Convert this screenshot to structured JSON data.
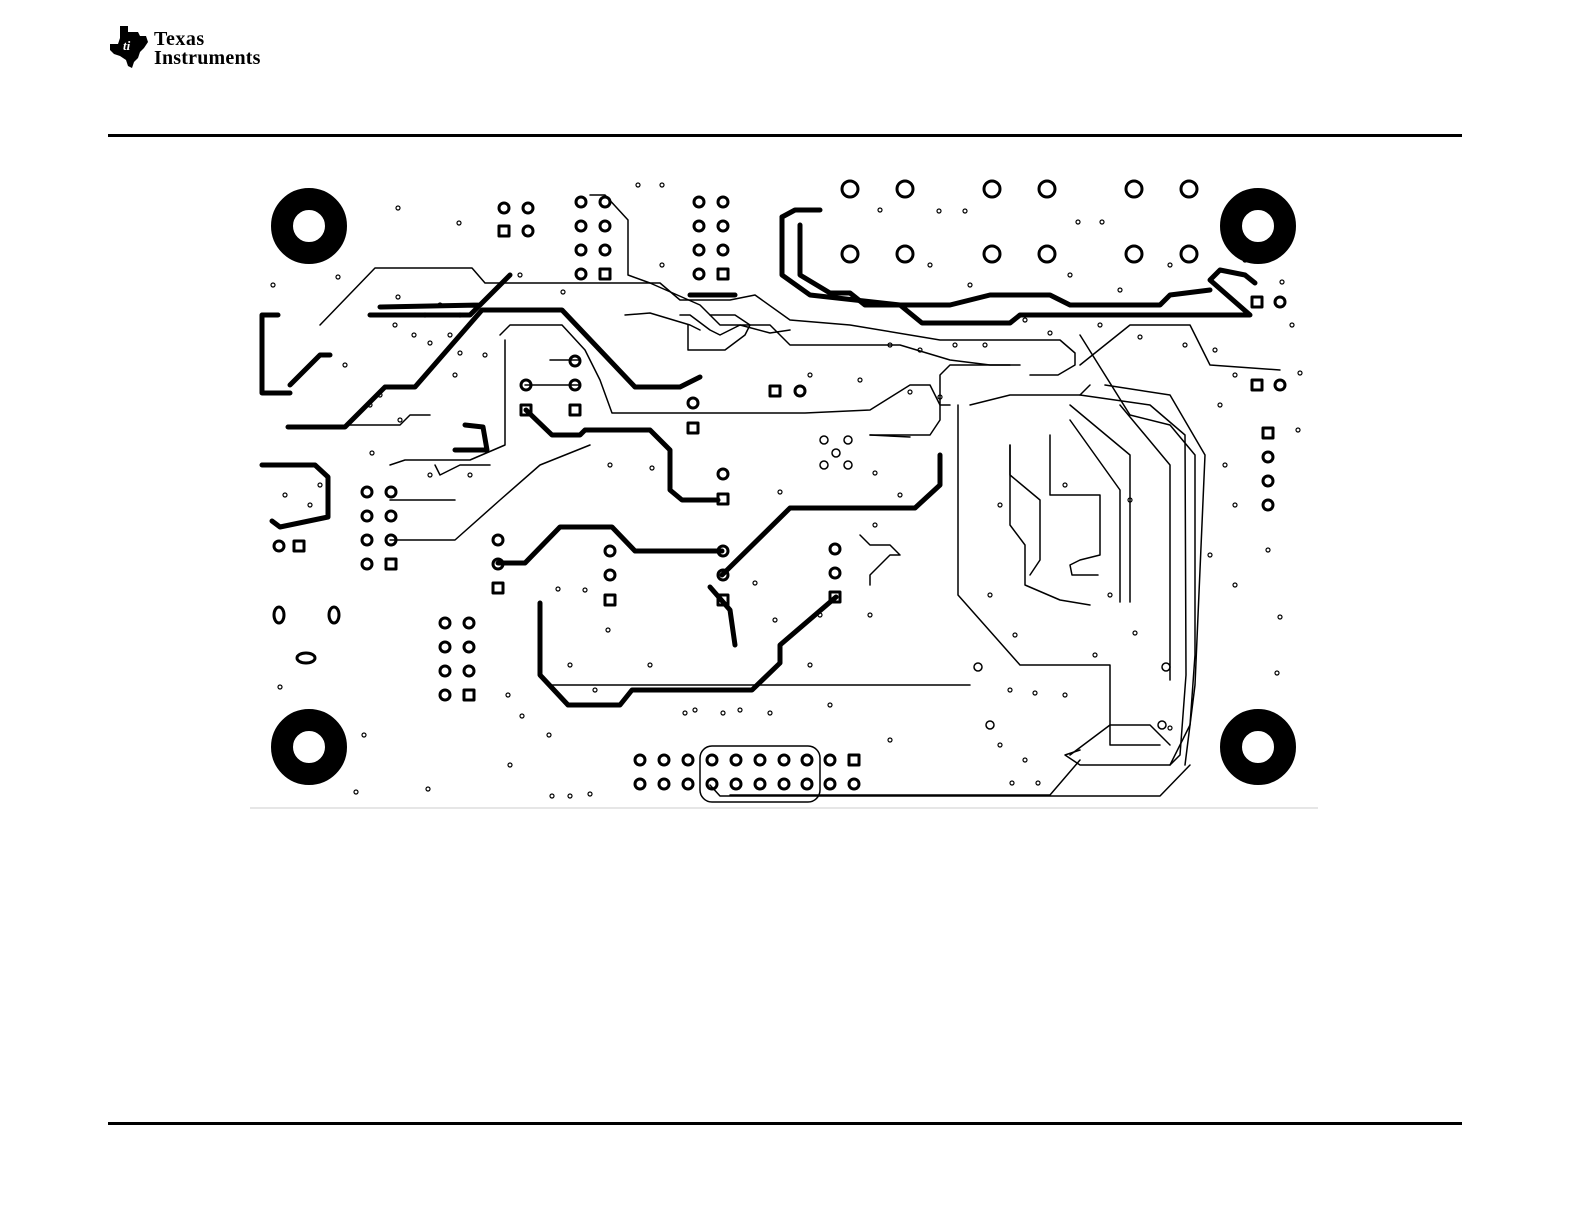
{
  "header": {
    "logo_line1": "Texas",
    "logo_line2": "Instruments",
    "logo_icon": "ti-state-icon"
  },
  "figure": {
    "kind": "pcb-layer-artwork",
    "colors": {
      "copper": "#000000",
      "background": "#ffffff"
    }
  }
}
